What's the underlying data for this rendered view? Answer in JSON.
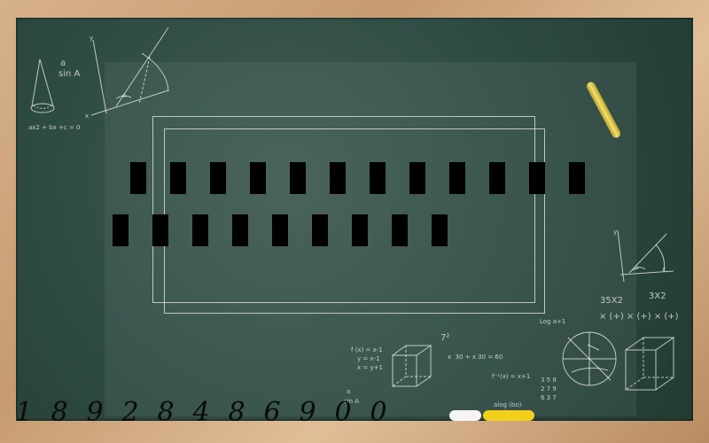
{
  "chalkboard": {
    "bottom_numbers": [
      "1",
      "8",
      "9",
      "2",
      "8",
      "4",
      "8",
      "6",
      "9",
      "0",
      "0"
    ],
    "formulas": {
      "top_left_fraction_a": "a",
      "top_left_sin": "sin A",
      "top_left_eq": "ax2 + bx +c = 0",
      "top_left_axis_y": "y",
      "top_left_axis_x": "x",
      "top_left_o": "o",
      "right_axis_y": "y",
      "right_axis_x": "x",
      "right_o": "o",
      "right_35x2": "35X2",
      "right_3x2": "3X2",
      "right_log": "Log a+1",
      "right_row_symbols": "× (+) × (+) × (+)",
      "bottom_fx_1": "f (x) = x-1",
      "bottom_fx_2": "y = x-1",
      "bottom_fx_3": "x = y+1",
      "bottom_fraction_a": "a",
      "bottom_sin": "sin A",
      "bottom_power": "7²",
      "bottom_eq_sum": "x  30 + x 30 = 60",
      "bottom_finv": "f⁻¹(x) = x+1",
      "bottom_matrix_1": "3 5 8",
      "bottom_matrix_2": "2 7 9",
      "bottom_matrix_3": "6 3 7",
      "bottom_log": "alog (bo)"
    }
  },
  "colors": {
    "board": "#2d4a42",
    "frame": "#c79b6f",
    "chalk": "#f0f0f0",
    "blocks": "#000000",
    "tray_yellow": "#f2cf1b",
    "tray_white": "#f4f4f4"
  }
}
